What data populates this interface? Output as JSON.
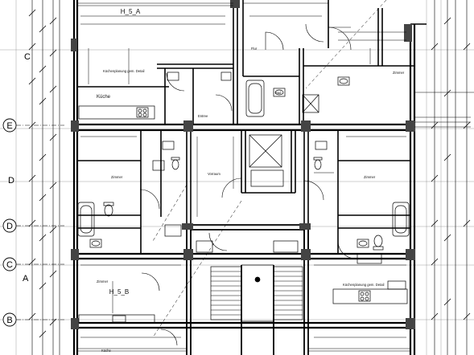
{
  "plan": {
    "units": [
      {
        "label": "H_5_A"
      },
      {
        "label": "H_5_B"
      }
    ],
    "grid_axes": [
      {
        "label": "E"
      },
      {
        "label": "D"
      },
      {
        "label": "C"
      },
      {
        "label": "B"
      }
    ],
    "edge_letters": {
      "top_left": "C",
      "mid_left": "D",
      "lower_left": "A"
    },
    "rooms": {
      "kueche_top": "Küche",
      "kueche_note": "Küchenplanung gem. Detail",
      "flur_top": "Flur",
      "bad_top": "Bad",
      "zimmer_top_right": "Zimmer",
      "entree": "Entree",
      "zimmer_left": "Zimmer",
      "vorraum": "Vorraum",
      "zimmer_right": "Zimmer",
      "zimmer_bottom": "Zimmer",
      "kueche_note_right": "Küchenplanung gem. Detail",
      "kueche_bottom": "Küche"
    }
  }
}
